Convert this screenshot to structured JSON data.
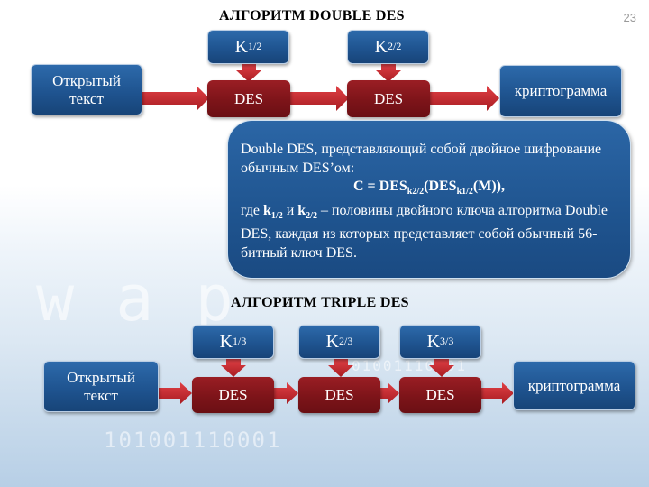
{
  "slide_number": "23",
  "double": {
    "title": "АЛГОРИТМ DOUBLE DES",
    "input": "Открытый текст",
    "key1": {
      "base": "K",
      "sub": "1/2"
    },
    "key2": {
      "base": "K",
      "sub": "2/2"
    },
    "des1": "DES",
    "des2": "DES",
    "output": "криптограмма"
  },
  "info": {
    "line1": "Double DES, представляющий собой двойное шифрование обычным DES’ом:",
    "formula": {
      "a": "C = DES",
      "sub1": "k2/2",
      "b": "(DES",
      "sub2": "k1/2",
      "c": "(M)),"
    },
    "line3": {
      "a": "где ",
      "k1": "k",
      "k1sub": "1/2",
      "mid": " и ",
      "k2": "k",
      "k2sub": "2/2",
      "rest": " – половины двойного ключа алгоритма Double DES, каждая из которых представляет собой обычный 56-битный ключ DES."
    }
  },
  "triple": {
    "title": "АЛГОРИТМ TRIPLE DES",
    "input": "Открытый текст",
    "key1": {
      "base": "K",
      "sub": "1/3"
    },
    "key2": {
      "base": "K",
      "sub": "2/3"
    },
    "key3": {
      "base": "K",
      "sub": "3/3"
    },
    "des1": "DES",
    "des2": "DES",
    "des3": "DES",
    "output": "криптограмма"
  },
  "background": {
    "line1": "w a p",
    "line2": "01001110001",
    "line3": "101001110001"
  },
  "colors": {
    "box_blue": "#1f5490",
    "box_red": "#7d1419",
    "arrow_red": "#c0282d"
  }
}
